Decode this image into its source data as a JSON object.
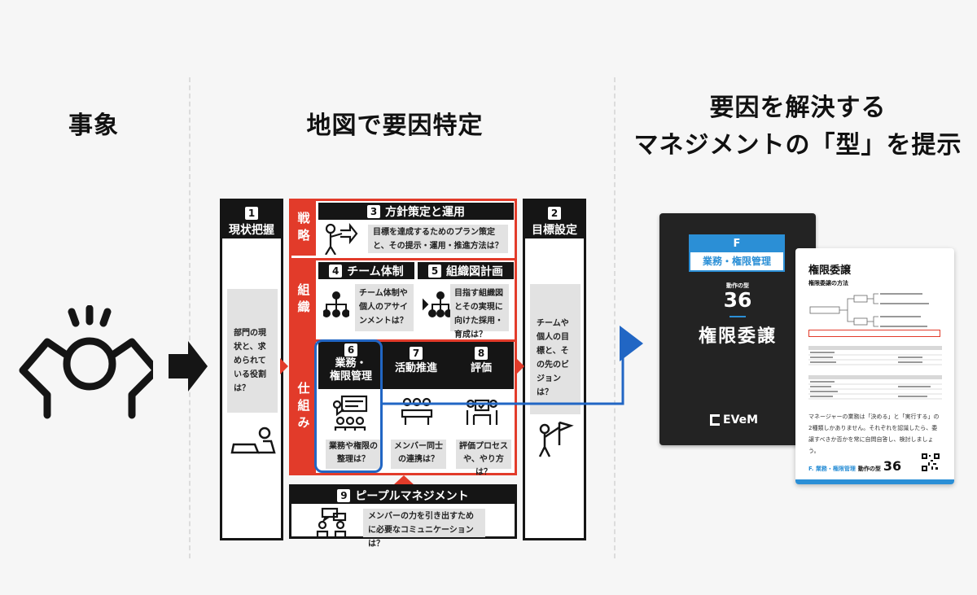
{
  "headings": {
    "phenomenon": "事象",
    "map": "地図で要因特定",
    "solution_line1": "要因を解決する",
    "solution_line2": "マネジメントの「型」を提示"
  },
  "map": {
    "box1": {
      "num": "1",
      "title": "現状把握",
      "text": "部門の現状と、求められている役割は？"
    },
    "box2": {
      "num": "2",
      "title": "目標設定",
      "text": "チームや個人の目標と、その先のビジョンは？"
    },
    "strategy": {
      "side": "戦略",
      "num": "3",
      "title": "方針策定と運用",
      "text": "目標を達成するためのプラン策定と、その提示・運用・推進方法は？"
    },
    "org": {
      "side": "組織",
      "c4": {
        "num": "4",
        "title": "チーム体制",
        "text": "チーム体制や個人のアサインメントは？"
      },
      "c5": {
        "num": "5",
        "title": "組織図計画",
        "text": "目指す組織図とその実現に向けた採用・育成は？"
      }
    },
    "mech": {
      "side": "仕組み",
      "c6": {
        "num": "6",
        "title1": "業務・",
        "title2": "権限管理",
        "text": "業務や権限の整理は？"
      },
      "c7": {
        "num": "7",
        "title": "活動推進",
        "text": "メンバー同士の連携は？"
      },
      "c8": {
        "num": "8",
        "title": "評価",
        "text": "評価プロセスや、やり方は？"
      }
    },
    "people": {
      "num": "9",
      "title": "ピープルマネジメント",
      "text": "メンバーの力を引き出すために必要なコミュニケーションは？"
    }
  },
  "card_dark": {
    "letter": "F",
    "category": "業務・権限管理",
    "small": "動作の型",
    "number": "36",
    "title": "権限委譲",
    "logo": "EVeM"
  },
  "card_light": {
    "title": "権限委譲",
    "subtitle": "権限委譲の方法",
    "body": "マネージャーの業務は「決める」と「実行する」の2種類しかありません。それぞれを認識したら、委譲すべきか否かを常に自問自答し、検討しましょう。",
    "footer_cat": "F. 業務・権限管理",
    "footer_label": "動作の型",
    "footer_num": "36"
  },
  "colors": {
    "accent_red": "#e23b2a",
    "accent_blue": "#2166c4",
    "dark": "#151515"
  }
}
